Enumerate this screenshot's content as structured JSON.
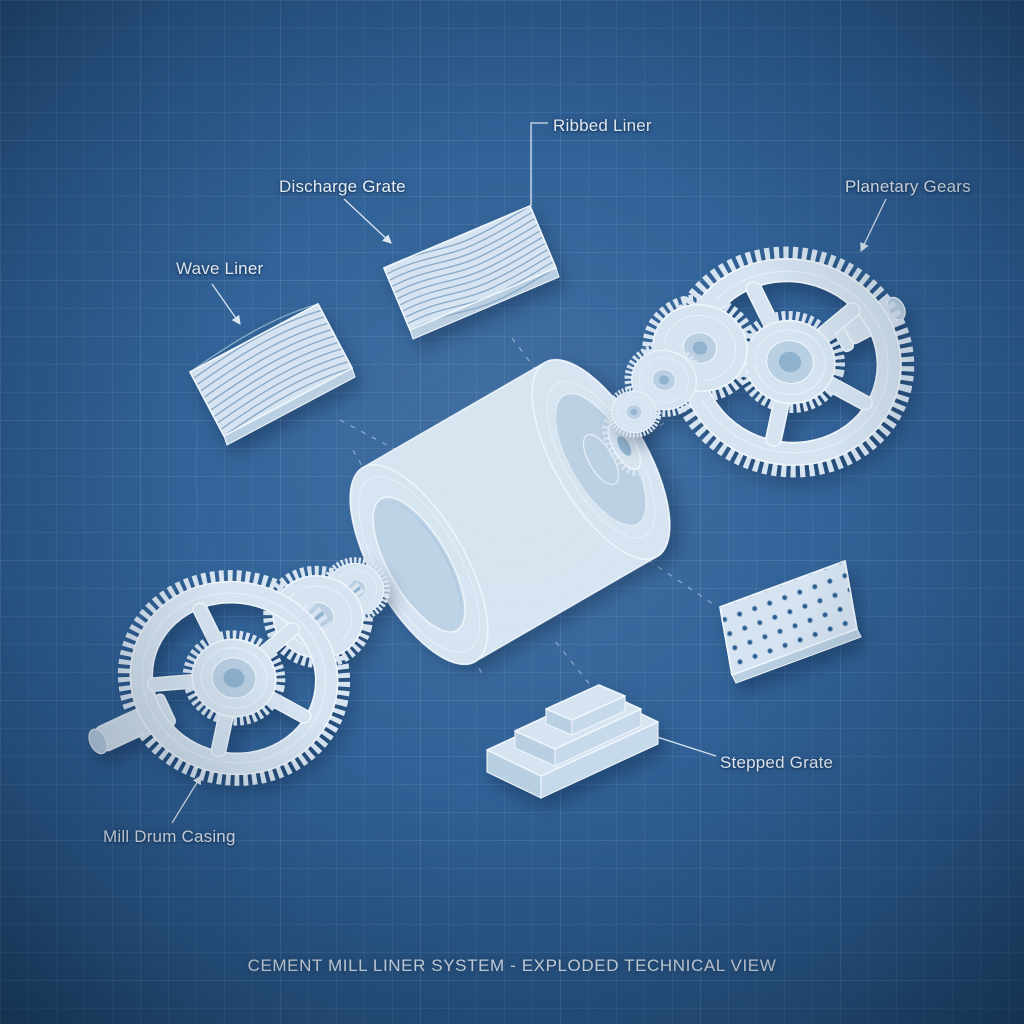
{
  "title": "CEMENT MILL LINER SYSTEM - EXPLODED TECHNICAL VIEW",
  "labels": {
    "ribbed_liner": "Ribbed Liner",
    "discharge_grate": "Discharge Grate",
    "planetary_gears": "Planetary Gears",
    "wave_liner": "Wave Liner",
    "stepped_grate": "Stepped Grate",
    "mill_drum_casing": "Mill Drum Casing"
  },
  "colors": {
    "bg": "#2d5e92",
    "bg-deep": "#1e4468",
    "line": "#eef5fb",
    "fill": "#d6e4f1",
    "fill-dim": "#b9cfe2",
    "fill-deep": "#8fb2cf",
    "text": "#e9f1f9"
  }
}
